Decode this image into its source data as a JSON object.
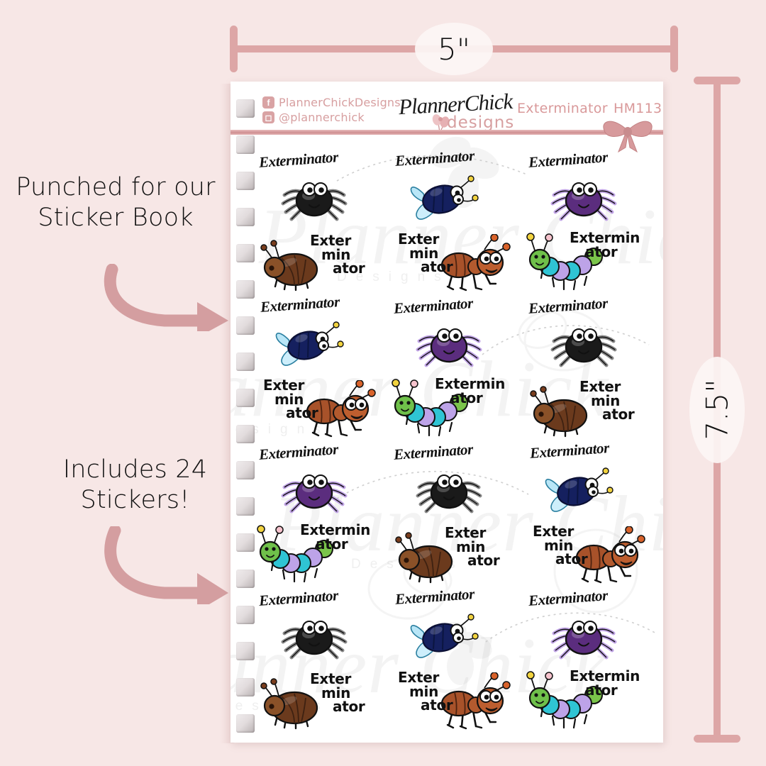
{
  "product": {
    "title": "Exterminator",
    "code": "HM113",
    "brand_script": "PlannerChick",
    "brand_sub": "designs",
    "facebook_handle": "PlannerChickDesigns",
    "instagram_handle": "@plannerchick",
    "facebook_icon": "facebook-icon",
    "instagram_icon": "instagram-icon",
    "bow_icon": "ribbon-bow-icon"
  },
  "dimensions": {
    "width_label": "5\"",
    "height_label": "7.5\"",
    "ruler_color": "#dda6a6"
  },
  "annotations": [
    {
      "id": "punched",
      "text": "Punched for our Sticker Book",
      "arrow_icon": "curved-arrow-icon"
    },
    {
      "id": "count",
      "text": "Includes 24 Stickers!",
      "arrow_icon": "curved-arrow-icon"
    }
  ],
  "watermark": {
    "main": "Planner Chick",
    "sub": "Designs"
  },
  "colors": {
    "page_background": "#f7e7e6",
    "sheet_background": "#ffffff",
    "accent_pink": "#d9a3a4",
    "text_pink": "#d79fa0",
    "divider_pink": "#cf9092",
    "ink": "#111111"
  },
  "sheet": {
    "punch_hole_count": 18,
    "label_script": "Exterminator",
    "label_stacked": [
      "Exter",
      "min",
      "ator"
    ],
    "label_stacked_wide": [
      "Extermin",
      "ator"
    ],
    "rows": [
      {
        "row": 1,
        "cells": [
          {
            "bug": "spider-black",
            "bug_color": "#1a1a1a",
            "label_style": "script",
            "label": "Exterminator"
          },
          {
            "bug": "fly-blue",
            "bug_color": "#141a5e",
            "label_style": "script",
            "label": "Exterminator"
          },
          {
            "bug": "spider-purple",
            "bug_color": "#5b2d7e",
            "label_style": "script",
            "label": "Exterminator"
          }
        ]
      },
      {
        "row": 2,
        "cells": [
          {
            "bug": "beetle-brown",
            "bug_color": "#6b3a1d",
            "label_style": "stacked",
            "label": "Exter min ator"
          },
          {
            "bug": "ant-brown",
            "bug_color": "#a8522a",
            "label_style": "stacked",
            "label": "Exter min ator"
          },
          {
            "bug": "caterpillar",
            "bug_color": "#7ac44a",
            "label_style": "stacked-wide",
            "label": "Extermin ator"
          }
        ]
      },
      {
        "row": 3,
        "cells": [
          {
            "bug": "fly-blue",
            "bug_color": "#141a5e",
            "label_style": "script",
            "label": "Exterminator"
          },
          {
            "bug": "spider-purple",
            "bug_color": "#5b2d7e",
            "label_style": "script",
            "label": "Exterminator"
          },
          {
            "bug": "spider-black",
            "bug_color": "#1a1a1a",
            "label_style": "script",
            "label": "Exterminator"
          }
        ]
      },
      {
        "row": 4,
        "cells": [
          {
            "bug": "ant-brown",
            "bug_color": "#a8522a",
            "label_style": "stacked",
            "label": "Exter min ator"
          },
          {
            "bug": "caterpillar",
            "bug_color": "#7ac44a",
            "label_style": "stacked-wide",
            "label": "Extermin ator"
          },
          {
            "bug": "beetle-brown",
            "bug_color": "#6b3a1d",
            "label_style": "stacked",
            "label": "Exter min ator"
          }
        ]
      },
      {
        "row": 5,
        "cells": [
          {
            "bug": "spider-purple",
            "bug_color": "#5b2d7e",
            "label_style": "script",
            "label": "Exterminator"
          },
          {
            "bug": "spider-black",
            "bug_color": "#1a1a1a",
            "label_style": "script",
            "label": "Exterminator"
          },
          {
            "bug": "fly-blue",
            "bug_color": "#141a5e",
            "label_style": "script",
            "label": "Exterminator"
          }
        ]
      },
      {
        "row": 6,
        "cells": [
          {
            "bug": "caterpillar",
            "bug_color": "#7ac44a",
            "label_style": "stacked-wide",
            "label": "Extermin ator"
          },
          {
            "bug": "beetle-brown",
            "bug_color": "#6b3a1d",
            "label_style": "stacked",
            "label": "Exter min ator"
          },
          {
            "bug": "ant-brown",
            "bug_color": "#a8522a",
            "label_style": "stacked",
            "label": "Exter min ator"
          }
        ]
      },
      {
        "row": 7,
        "cells": [
          {
            "bug": "spider-black",
            "bug_color": "#1a1a1a",
            "label_style": "script",
            "label": "Exterminator"
          },
          {
            "bug": "fly-blue",
            "bug_color": "#141a5e",
            "label_style": "script",
            "label": "Exterminator"
          },
          {
            "bug": "spider-purple",
            "bug_color": "#5b2d7e",
            "label_style": "script",
            "label": "Exterminator"
          }
        ]
      },
      {
        "row": 8,
        "cells": [
          {
            "bug": "beetle-brown",
            "bug_color": "#6b3a1d",
            "label_style": "stacked",
            "label": "Exter min ator"
          },
          {
            "bug": "ant-brown",
            "bug_color": "#a8522a",
            "label_style": "stacked",
            "label": "Exter min ator"
          },
          {
            "bug": "caterpillar",
            "bug_color": "#7ac44a",
            "label_style": "stacked-wide",
            "label": "Extermin ator"
          }
        ]
      }
    ]
  }
}
